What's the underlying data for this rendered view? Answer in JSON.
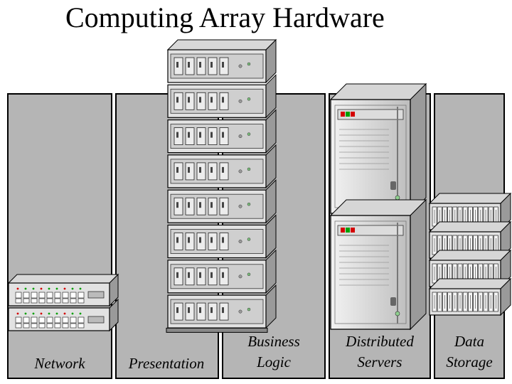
{
  "title": "Computing Array Hardware",
  "columns": [
    {
      "label": "Network"
    },
    {
      "label": "Presentation"
    },
    {
      "label_lines": [
        "Business",
        "Logic"
      ]
    },
    {
      "label_lines": [
        "Distributed",
        "Servers"
      ]
    },
    {
      "label_lines": [
        "Data",
        "Storage"
      ]
    }
  ],
  "hardware": {
    "rack_units": 8,
    "switch_units": 2,
    "tower_servers": 2,
    "storage_units": 4
  },
  "colors": {
    "column_fill": "#b5b5b5",
    "device_face": "#e2e2e2",
    "device_side": "#9a9a9a",
    "led_red": "#d40000",
    "led_green": "#00a000"
  }
}
